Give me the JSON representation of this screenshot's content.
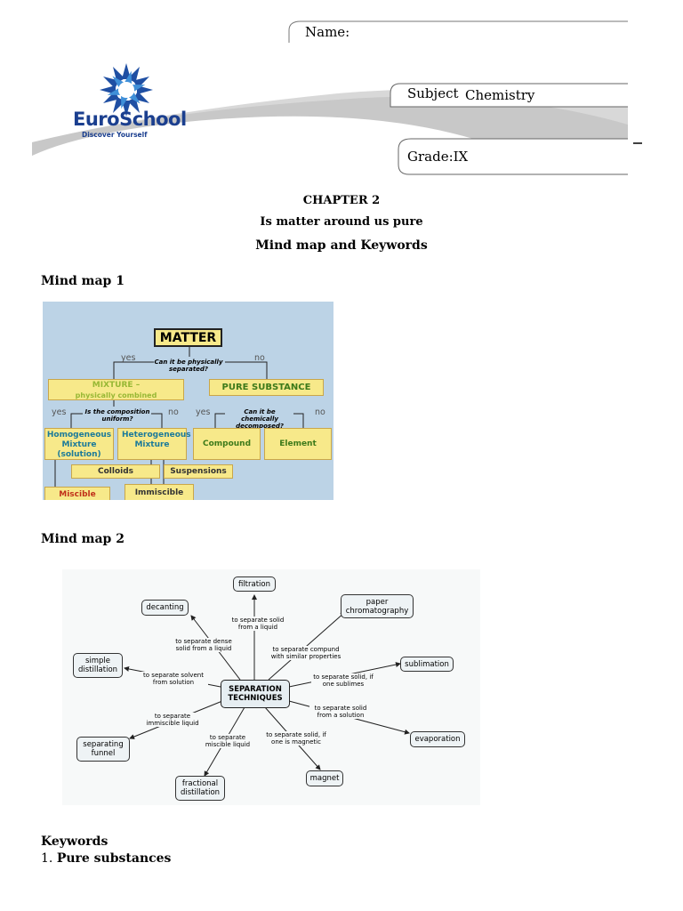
{
  "header": {
    "name_label": "Name:",
    "subject_label": "Subject",
    "subject_value": "Chemistry",
    "grade": "Grade:IX",
    "logo_text": "EuroSchool",
    "logo_tagline": "Discover Yourself",
    "colors": {
      "logo_blue": "#1b3f8f",
      "swoosh_gray": "#d4d4d4"
    }
  },
  "title": {
    "chapter": "CHAPTER 2",
    "subtitle": "Is matter around us pure",
    "heading": "Mind map and Keywords"
  },
  "mindmap1": {
    "heading": "Mind map 1",
    "matter": "MATTER",
    "q1": "Can it be physically separated?",
    "yes": "yes",
    "no": "no",
    "mixture_line1": "MIXTURE –",
    "mixture_line2": "physically combined",
    "pure": "PURE SUBSTANCE",
    "q2": "Is the composition uniform?",
    "q3": "Can it be chemically decomposed?",
    "homogeneous": "Homogeneous Mixture (solution)",
    "heterogeneous": "Heterogeneous Mixture",
    "compound": "Compound",
    "element": "Element",
    "colloids": "Colloids",
    "suspensions": "Suspensions",
    "miscible": "Miscible",
    "immiscible": "Immiscible"
  },
  "mindmap2": {
    "heading": "Mind map 2",
    "center": "SEPARATION TECHNIQUES",
    "nodes": {
      "filtration": "filtration",
      "decanting": "decanting",
      "paper": "paper chromatography",
      "simple": "simple distillation",
      "sublimation": "sublimation",
      "funnel": "separating funnel",
      "evaporation": "evaporation",
      "fractional": "fractional distillation",
      "magnet": "magnet"
    },
    "labels": {
      "filtration": "to separate solid from a liquid",
      "decanting": "to separate dense solid from a liquid",
      "paper": "to separate compund with similar properties",
      "simple": "to separate solvent from solution",
      "sublimation": "to separate solid, if one sublimes",
      "funnel": "to separate immiscible liquid",
      "evaporation": "to separate solid from a solution",
      "fractional": "to separate miscible liquid",
      "magnet": "to separate solid, if one is magnetic"
    }
  },
  "keywords": {
    "heading": "Keywords",
    "item1_number": "1.",
    "item1_text": "Pure substances"
  }
}
